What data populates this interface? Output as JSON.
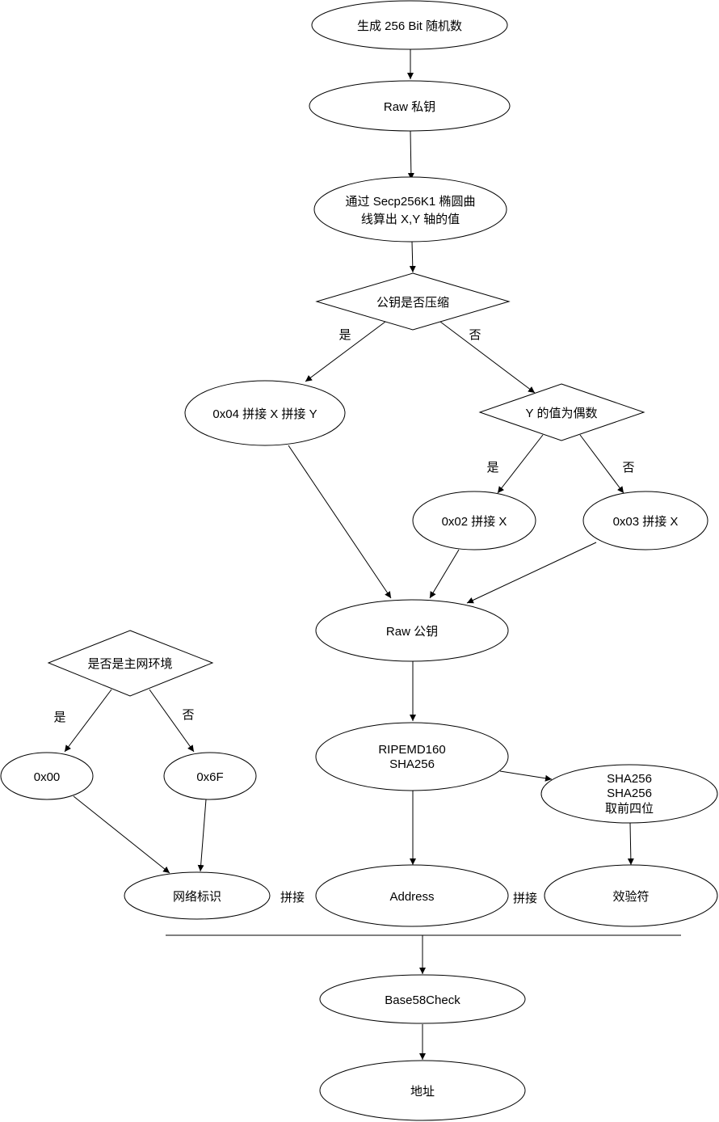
{
  "nodes": {
    "gen_random": {
      "lines": [
        "生成 256 Bit 随机数"
      ]
    },
    "raw_private": {
      "lines": [
        "Raw 私钥"
      ]
    },
    "secp": {
      "lines": [
        "通过 Secp256K1 椭圆曲",
        "线算出 X,Y 轴的值"
      ]
    },
    "compressed_q": {
      "lines": [
        "公钥是否压缩"
      ]
    },
    "concat_xy": {
      "lines": [
        "0x04 拼接 X 拼接 Y"
      ]
    },
    "y_even_q": {
      "lines": [
        "Y 的值为偶数"
      ]
    },
    "concat_02": {
      "lines": [
        "0x02 拼接 X"
      ]
    },
    "concat_03": {
      "lines": [
        "0x03 拼接 X"
      ]
    },
    "raw_public": {
      "lines": [
        "Raw 公钥"
      ]
    },
    "ripemd": {
      "lines": [
        "RIPEMD160",
        "SHA256"
      ]
    },
    "sha_checksum": {
      "lines": [
        "SHA256",
        "SHA256",
        "取前四位"
      ]
    },
    "mainnet_q": {
      "lines": [
        "是否是主网环境"
      ]
    },
    "net_00": {
      "lines": [
        "0x00"
      ]
    },
    "net_6f": {
      "lines": [
        "0x6F"
      ]
    },
    "network_id": {
      "lines": [
        "网络标识"
      ]
    },
    "address": {
      "lines": [
        "Address"
      ]
    },
    "checksum": {
      "lines": [
        "效验符"
      ]
    },
    "base58": {
      "lines": [
        "Base58Check"
      ]
    },
    "final_address": {
      "lines": [
        "地址"
      ]
    }
  },
  "edge_labels": {
    "compressed_yes": "是",
    "compressed_no": "否",
    "even_yes": "是",
    "even_no": "否",
    "mainnet_yes": "是",
    "mainnet_no": "否",
    "concat_left": "拼接",
    "concat_right": "拼接"
  }
}
